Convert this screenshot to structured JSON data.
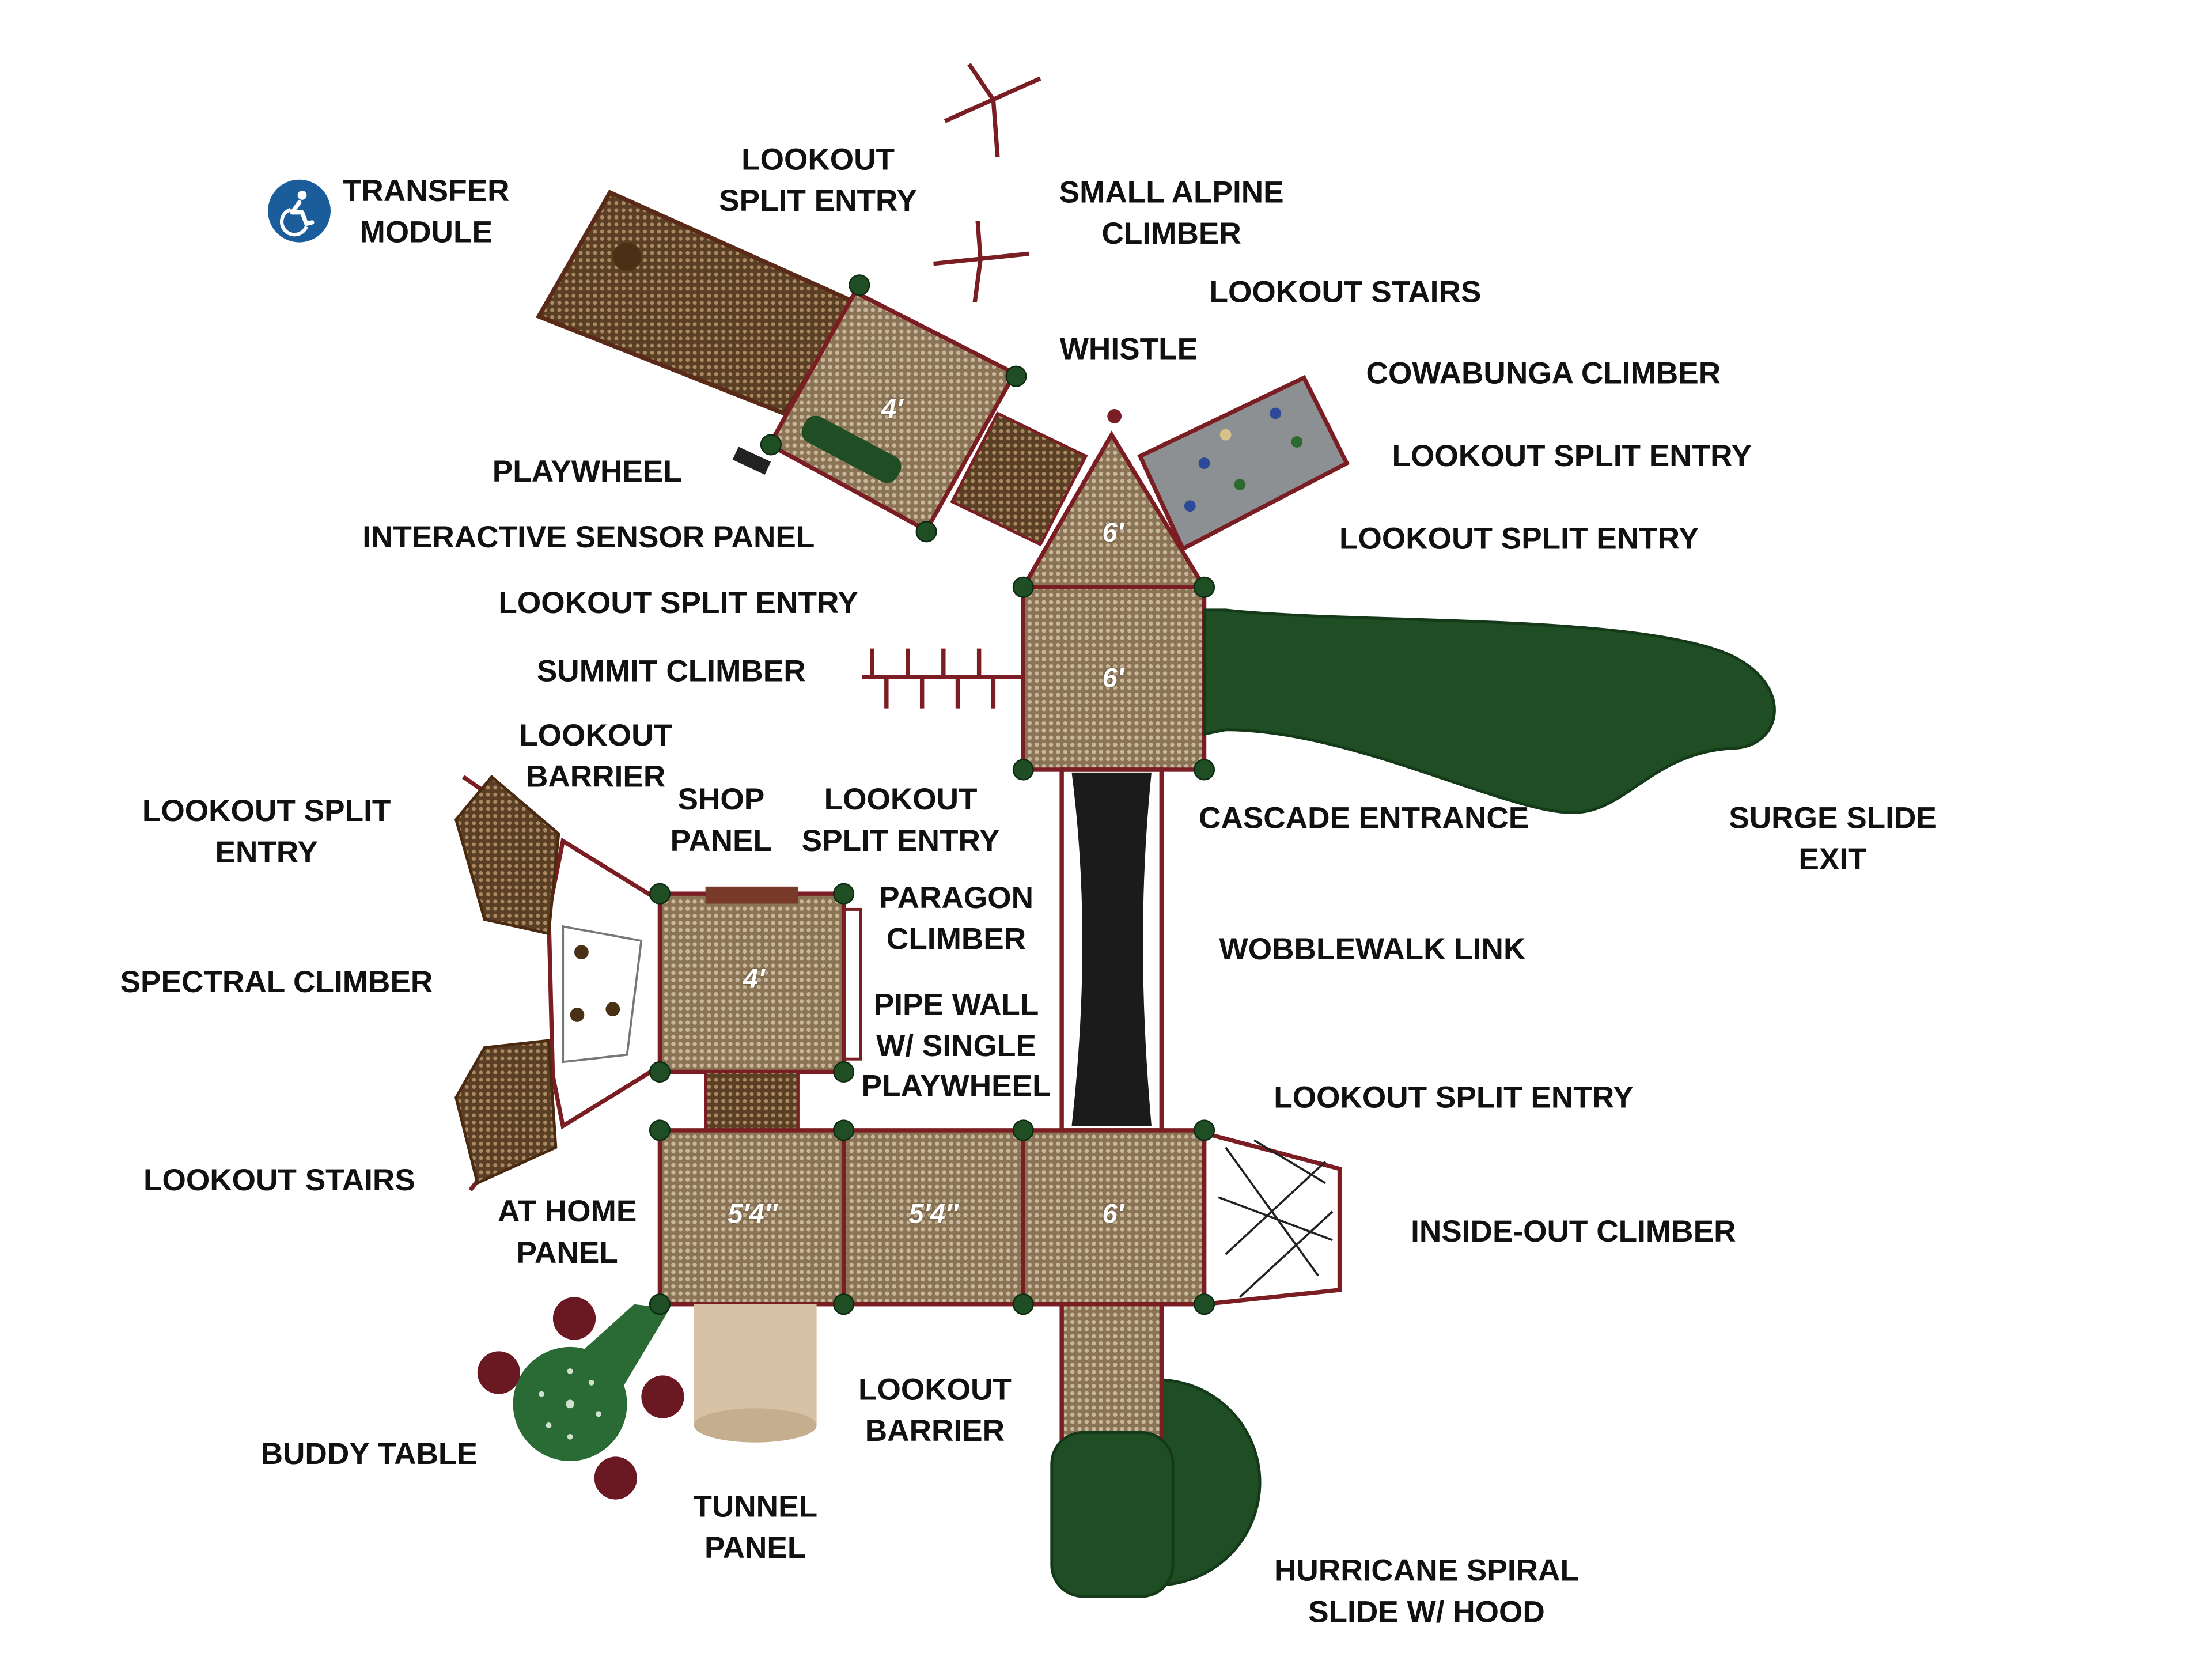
{
  "labels": [
    {
      "lines": [
        "TRANSFER",
        "MODULE"
      ]
    },
    {
      "lines": [
        "LOOKOUT",
        "SPLIT ENTRY"
      ]
    },
    {
      "lines": [
        "SMALL ALPINE",
        "CLIMBER"
      ]
    },
    {
      "lines": [
        "LOOKOUT STAIRS"
      ]
    },
    {
      "lines": [
        "WHISTLE"
      ]
    },
    {
      "lines": [
        "COWABUNGA CLIMBER"
      ]
    },
    {
      "lines": [
        "LOOKOUT SPLIT ENTRY"
      ]
    },
    {
      "lines": [
        "LOOKOUT SPLIT ENTRY"
      ]
    },
    {
      "lines": [
        "PLAYWHEEL"
      ]
    },
    {
      "lines": [
        "INTERACTIVE SENSOR PANEL"
      ]
    },
    {
      "lines": [
        "LOOKOUT SPLIT ENTRY"
      ]
    },
    {
      "lines": [
        "SUMMIT CLIMBER"
      ]
    },
    {
      "lines": [
        "LOOKOUT",
        "BARRIER"
      ]
    },
    {
      "lines": [
        "SHOP",
        "PANEL"
      ]
    },
    {
      "lines": [
        "LOOKOUT",
        "SPLIT ENTRY"
      ]
    },
    {
      "lines": [
        "LOOKOUT SPLIT",
        "ENTRY"
      ]
    },
    {
      "lines": [
        "CASCADE ENTRANCE"
      ]
    },
    {
      "lines": [
        "SURGE SLIDE",
        "EXIT"
      ]
    },
    {
      "lines": [
        "PARAGON",
        "CLIMBER"
      ]
    },
    {
      "lines": [
        "WOBBLEWALK LINK"
      ]
    },
    {
      "lines": [
        "SPECTRAL CLIMBER"
      ]
    },
    {
      "lines": [
        "PIPE WALL",
        "W/ SINGLE",
        "PLAYWHEEL"
      ]
    },
    {
      "lines": [
        "LOOKOUT SPLIT ENTRY"
      ]
    },
    {
      "lines": [
        "LOOKOUT STAIRS"
      ]
    },
    {
      "lines": [
        "AT HOME",
        "PANEL"
      ]
    },
    {
      "lines": [
        "INSIDE-OUT CLIMBER"
      ]
    },
    {
      "lines": [
        "LOOKOUT",
        "BARRIER"
      ]
    },
    {
      "lines": [
        "BUDDY TABLE"
      ]
    },
    {
      "lines": [
        "TUNNEL",
        "PANEL"
      ]
    },
    {
      "lines": [
        "HURRICANE SPIRAL",
        "SLIDE W/ HOOD"
      ]
    }
  ],
  "deck_heights": [
    "4′",
    "6′",
    "6′",
    "4′",
    "5′4″",
    "5′4″",
    "6′"
  ],
  "icons": {
    "accessibility": "wheelchair-accessible-icon"
  },
  "colors": {
    "deck": "#8a7455",
    "frame": "#7a1e24",
    "slide": "#1f4d24",
    "accessible": "#1b5c9a"
  }
}
